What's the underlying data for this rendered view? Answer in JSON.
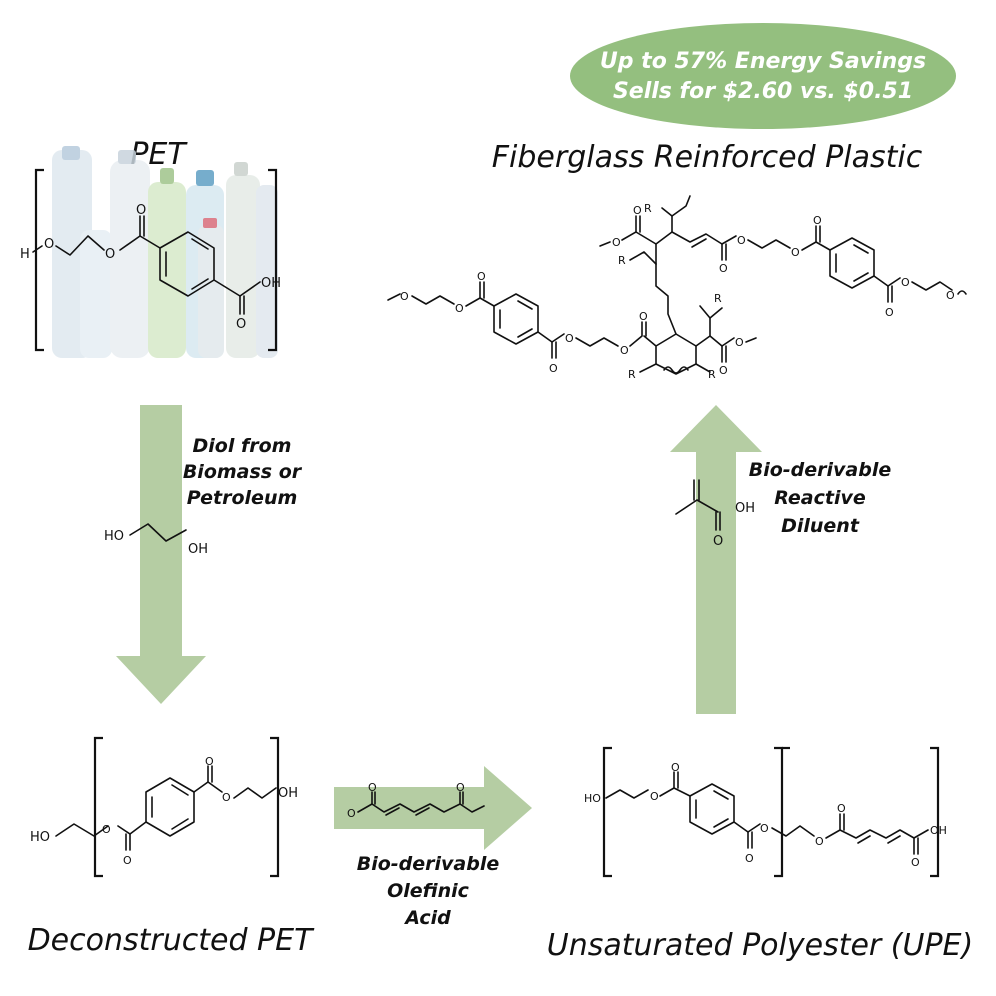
{
  "badge": {
    "line1": "Up to 57% Energy Savings",
    "line2": "Sells for $2.60 vs. $0.51",
    "color": "#94bf7f"
  },
  "titles": {
    "pet": "PET",
    "frp": "Fiberglass Reinforced Plastic",
    "deconstructed": "Deconstructed PET",
    "upe": "Unsaturated Polyester (UPE)"
  },
  "arrows": {
    "down_label": [
      "Diol from",
      "Biomass or",
      "Petroleum"
    ],
    "right_label": [
      "Bio-derivable",
      "Olefinic",
      "Acid"
    ],
    "up_label": [
      "Bio-derivable",
      "Reactive",
      "Diluent"
    ],
    "color": "#b5cda3"
  },
  "atoms": {
    "h": "H",
    "o": "O",
    "oh": "OH",
    "ho": "HO",
    "r": "R"
  }
}
